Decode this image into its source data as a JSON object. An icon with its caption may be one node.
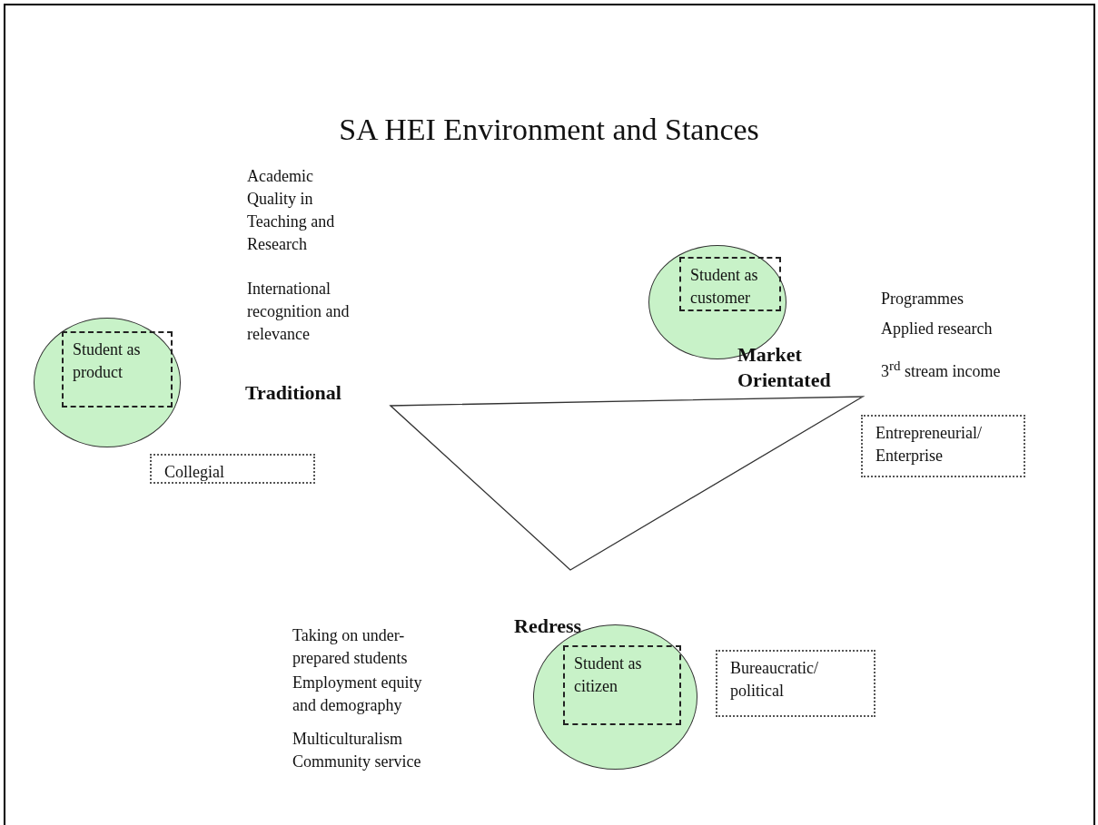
{
  "diagram": {
    "title": "SA HEI Environment and Stances",
    "nodes": [
      {
        "text": [],
        "shape": "circle"
      },
      {
        "text": [
          "Student as product"
        ],
        "in": 0
      },
      {
        "text": [],
        "shape": "circle"
      },
      {
        "text": [
          "Student as customer"
        ],
        "in": 2
      },
      {
        "text": [],
        "shape": "triangle"
      },
      {
        "text": [
          "Collegial"
        ]
      },
      {
        "text": [
          "Entrepreneurial/ Enterprise"
        ]
      },
      {
        "text": [],
        "shape": "circle"
      },
      {
        "text": [
          "Student as citizen"
        ],
        "in": 7
      },
      {
        "text": [
          "Bureaucratic/ political"
        ]
      }
    ],
    "labels": [
      "Academic Quality in Teaching and Research",
      "International recognition and relevance",
      "Traditional",
      "Programmes",
      "Applied research",
      "Market Orientated",
      "3$^{rd}$ stream income",
      "Redress",
      "Taking on under-prepared students",
      "Employment equity and demography",
      "Multiculturalism",
      "Community service"
    ]
  }
}
